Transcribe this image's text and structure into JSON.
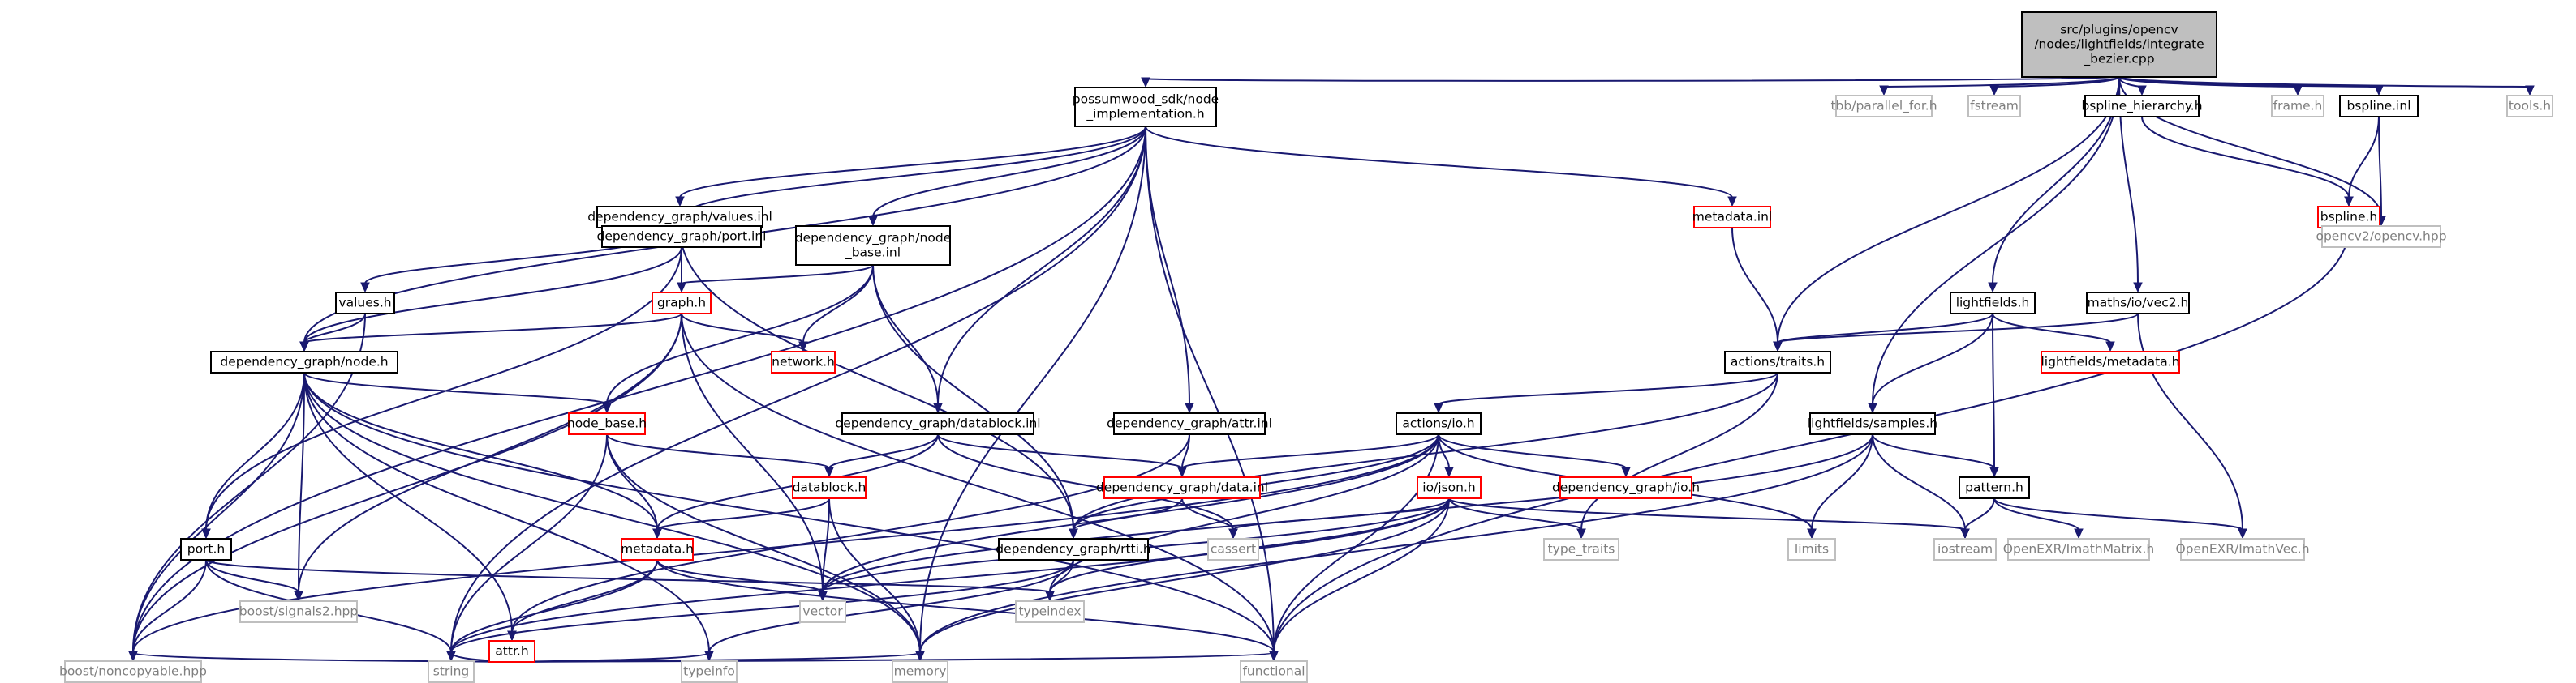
{
  "theme": {
    "edge_color": "#191970",
    "root_fill": "#bfbfbf",
    "root_border": "#000000",
    "normal_border": "#000000",
    "missing_border": "#bfbfbf",
    "linked_border": "#ff0000",
    "text_color": "#000000",
    "missing_text_color": "#7f7f7f",
    "box_fill": "#ffffff"
  },
  "nodes": [
    {
      "id": "root",
      "lines": [
        "src/plugins/opencv",
        "/nodes/lightfields/integrate",
        "_bezier.cpp"
      ],
      "kind": "root"
    },
    {
      "id": "possumwood",
      "lines": [
        "possumwood_sdk/node",
        "_implementation.h"
      ],
      "kind": "normal"
    },
    {
      "id": "tbb",
      "lines": [
        "tbb/parallel_for.h"
      ],
      "kind": "missing"
    },
    {
      "id": "fstream",
      "lines": [
        "fstream"
      ],
      "kind": "missing"
    },
    {
      "id": "bspline_hier",
      "lines": [
        "bspline_hierarchy.h"
      ],
      "kind": "normal"
    },
    {
      "id": "frame",
      "lines": [
        "frame.h"
      ],
      "kind": "missing"
    },
    {
      "id": "bspline_inl",
      "lines": [
        "bspline.inl"
      ],
      "kind": "normal"
    },
    {
      "id": "tools",
      "lines": [
        "tools.h"
      ],
      "kind": "missing"
    },
    {
      "id": "dg_values",
      "lines": [
        "dependency_graph/values.inl"
      ],
      "kind": "normal"
    },
    {
      "id": "metadata_inl",
      "lines": [
        "metadata.inl"
      ],
      "kind": "linked"
    },
    {
      "id": "bspline_h",
      "lines": [
        "bspline.h"
      ],
      "kind": "linked"
    },
    {
      "id": "dg_port_inl",
      "lines": [
        "dependency_graph/port.inl"
      ],
      "kind": "normal"
    },
    {
      "id": "dg_node_base_inl",
      "lines": [
        "dependency_graph/node",
        "_base.inl"
      ],
      "kind": "normal"
    },
    {
      "id": "opencv",
      "lines": [
        "opencv2/opencv.hpp"
      ],
      "kind": "missing"
    },
    {
      "id": "values_h",
      "lines": [
        "values.h"
      ],
      "kind": "normal"
    },
    {
      "id": "graph_h",
      "lines": [
        "graph.h"
      ],
      "kind": "linked"
    },
    {
      "id": "lightfields_h",
      "lines": [
        "lightfields.h"
      ],
      "kind": "normal"
    },
    {
      "id": "maths_vec2",
      "lines": [
        "maths/io/vec2.h"
      ],
      "kind": "normal"
    },
    {
      "id": "dg_node_h",
      "lines": [
        "dependency_graph/node.h"
      ],
      "kind": "normal"
    },
    {
      "id": "network_h",
      "lines": [
        "network.h"
      ],
      "kind": "linked"
    },
    {
      "id": "actions_traits",
      "lines": [
        "actions/traits.h"
      ],
      "kind": "normal"
    },
    {
      "id": "lf_metadata",
      "lines": [
        "lightfields/metadata.h"
      ],
      "kind": "linked"
    },
    {
      "id": "node_base_h",
      "lines": [
        "node_base.h"
      ],
      "kind": "linked"
    },
    {
      "id": "dg_datablock_inl",
      "lines": [
        "dependency_graph/datablock.inl"
      ],
      "kind": "normal"
    },
    {
      "id": "dg_attr_inl",
      "lines": [
        "dependency_graph/attr.inl"
      ],
      "kind": "normal"
    },
    {
      "id": "actions_io",
      "lines": [
        "actions/io.h"
      ],
      "kind": "normal"
    },
    {
      "id": "lf_samples",
      "lines": [
        "lightfields/samples.h"
      ],
      "kind": "normal"
    },
    {
      "id": "datablock_h",
      "lines": [
        "datablock.h"
      ],
      "kind": "linked"
    },
    {
      "id": "dg_data_inl",
      "lines": [
        "dependency_graph/data.inl"
      ],
      "kind": "linked"
    },
    {
      "id": "io_json",
      "lines": [
        "io/json.h"
      ],
      "kind": "linked"
    },
    {
      "id": "dg_io_h",
      "lines": [
        "dependency_graph/io.h"
      ],
      "kind": "linked"
    },
    {
      "id": "pattern_h",
      "lines": [
        "pattern.h"
      ],
      "kind": "normal"
    },
    {
      "id": "port_h",
      "lines": [
        "port.h"
      ],
      "kind": "normal"
    },
    {
      "id": "metadata_h",
      "lines": [
        "metadata.h"
      ],
      "kind": "linked"
    },
    {
      "id": "dg_rtti",
      "lines": [
        "dependency_graph/rtti.h"
      ],
      "kind": "normal"
    },
    {
      "id": "cassert",
      "lines": [
        "cassert"
      ],
      "kind": "missing"
    },
    {
      "id": "type_traits",
      "lines": [
        "type_traits"
      ],
      "kind": "missing"
    },
    {
      "id": "limits",
      "lines": [
        "limits"
      ],
      "kind": "missing"
    },
    {
      "id": "iostream",
      "lines": [
        "iostream"
      ],
      "kind": "missing"
    },
    {
      "id": "imath_matrix",
      "lines": [
        "OpenEXR/ImathMatrix.h"
      ],
      "kind": "missing"
    },
    {
      "id": "imath_vec",
      "lines": [
        "OpenEXR/ImathVec.h"
      ],
      "kind": "missing"
    },
    {
      "id": "boost_signals",
      "lines": [
        "boost/signals2.hpp"
      ],
      "kind": "missing"
    },
    {
      "id": "vector",
      "lines": [
        "vector"
      ],
      "kind": "missing"
    },
    {
      "id": "typeindex",
      "lines": [
        "typeindex"
      ],
      "kind": "missing"
    },
    {
      "id": "attr_h",
      "lines": [
        "attr.h"
      ],
      "kind": "linked"
    },
    {
      "id": "boost_noncopyable",
      "lines": [
        "boost/noncopyable.hpp"
      ],
      "kind": "missing"
    },
    {
      "id": "string",
      "lines": [
        "string"
      ],
      "kind": "missing"
    },
    {
      "id": "typeinfo",
      "lines": [
        "typeinfo"
      ],
      "kind": "missing"
    },
    {
      "id": "memory",
      "lines": [
        "memory"
      ],
      "kind": "missing"
    },
    {
      "id": "functional",
      "lines": [
        "functional"
      ],
      "kind": "missing"
    }
  ],
  "edges": [
    [
      "root",
      "possumwood"
    ],
    [
      "root",
      "tbb"
    ],
    [
      "root",
      "fstream"
    ],
    [
      "root",
      "bspline_hier"
    ],
    [
      "root",
      "frame"
    ],
    [
      "root",
      "bspline_inl"
    ],
    [
      "root",
      "tools"
    ],
    [
      "root",
      "opencv"
    ],
    [
      "root",
      "actions_traits"
    ],
    [
      "root",
      "lightfields_h"
    ],
    [
      "root",
      "maths_vec2"
    ],
    [
      "root",
      "lf_samples"
    ],
    [
      "possumwood",
      "dg_values"
    ],
    [
      "possumwood",
      "metadata_inl"
    ],
    [
      "possumwood",
      "dg_port_inl"
    ],
    [
      "possumwood",
      "dg_node_base_inl"
    ],
    [
      "possumwood",
      "dg_node_h"
    ],
    [
      "possumwood",
      "dg_datablock_inl"
    ],
    [
      "possumwood",
      "dg_attr_inl"
    ],
    [
      "possumwood",
      "boost_noncopyable"
    ],
    [
      "possumwood",
      "string"
    ],
    [
      "possumwood",
      "memory"
    ],
    [
      "possumwood",
      "functional"
    ],
    [
      "bspline_hier",
      "bspline_h"
    ],
    [
      "bspline_inl",
      "bspline_h"
    ],
    [
      "bspline_inl",
      "opencv"
    ],
    [
      "bspline_h",
      "opencv"
    ],
    [
      "bspline_h",
      "functional"
    ],
    [
      "dg_values",
      "values_h"
    ],
    [
      "dg_values",
      "dg_port_inl"
    ],
    [
      "dg_values",
      "dg_rtti"
    ],
    [
      "metadata_inl",
      "actions_traits"
    ],
    [
      "dg_port_inl",
      "graph_h"
    ],
    [
      "dg_port_inl",
      "port_h"
    ],
    [
      "dg_port_inl",
      "dg_node_h"
    ],
    [
      "dg_node_base_inl",
      "graph_h"
    ],
    [
      "dg_node_base_inl",
      "network_h"
    ],
    [
      "dg_node_base_inl",
      "node_base_h"
    ],
    [
      "dg_node_base_inl",
      "dg_datablock_inl"
    ],
    [
      "dg_node_base_inl",
      "dg_rtti"
    ],
    [
      "values_h",
      "dg_node_h"
    ],
    [
      "values_h",
      "boost_noncopyable"
    ],
    [
      "graph_h",
      "dg_node_h"
    ],
    [
      "graph_h",
      "network_h"
    ],
    [
      "graph_h",
      "boost_signals"
    ],
    [
      "graph_h",
      "boost_noncopyable"
    ],
    [
      "graph_h",
      "vector"
    ],
    [
      "graph_h",
      "functional"
    ],
    [
      "lightfields_h",
      "actions_traits"
    ],
    [
      "lightfields_h",
      "lf_metadata"
    ],
    [
      "lightfields_h",
      "lf_samples"
    ],
    [
      "lightfields_h",
      "pattern_h"
    ],
    [
      "maths_vec2",
      "actions_traits"
    ],
    [
      "maths_vec2",
      "imath_vec"
    ],
    [
      "dg_node_h",
      "node_base_h"
    ],
    [
      "dg_node_h",
      "port_h"
    ],
    [
      "dg_node_h",
      "metadata_h"
    ],
    [
      "dg_node_h",
      "boost_signals"
    ],
    [
      "dg_node_h",
      "attr_h"
    ],
    [
      "dg_node_h",
      "boost_noncopyable"
    ],
    [
      "dg_node_h",
      "memory"
    ],
    [
      "dg_node_h",
      "functional"
    ],
    [
      "dg_node_h",
      "typeinfo"
    ],
    [
      "actions_traits",
      "actions_io"
    ],
    [
      "actions_traits",
      "type_traits"
    ],
    [
      "actions_traits",
      "dg_rtti"
    ],
    [
      "node_base_h",
      "datablock_h"
    ],
    [
      "node_base_h",
      "metadata_h"
    ],
    [
      "node_base_h",
      "string"
    ],
    [
      "node_base_h",
      "memory"
    ],
    [
      "dg_datablock_inl",
      "datablock_h"
    ],
    [
      "dg_datablock_inl",
      "dg_data_inl"
    ],
    [
      "dg_datablock_inl",
      "metadata_h"
    ],
    [
      "dg_datablock_inl",
      "cassert"
    ],
    [
      "dg_attr_inl",
      "dg_data_inl"
    ],
    [
      "dg_attr_inl",
      "attr_h"
    ],
    [
      "actions_io",
      "io_json"
    ],
    [
      "actions_io",
      "dg_io_h"
    ],
    [
      "actions_io",
      "dg_data_inl"
    ],
    [
      "actions_io",
      "dg_rtti"
    ],
    [
      "actions_io",
      "vector"
    ],
    [
      "actions_io",
      "typeindex"
    ],
    [
      "actions_io",
      "boost_noncopyable"
    ],
    [
      "actions_io",
      "limits"
    ],
    [
      "actions_io",
      "functional"
    ],
    [
      "lf_samples",
      "pattern_h"
    ],
    [
      "lf_samples",
      "vector"
    ],
    [
      "lf_samples",
      "limits"
    ],
    [
      "lf_samples",
      "iostream"
    ],
    [
      "lf_samples",
      "memory"
    ],
    [
      "datablock_h",
      "metadata_h"
    ],
    [
      "datablock_h",
      "vector"
    ],
    [
      "datablock_h",
      "memory"
    ],
    [
      "dg_data_inl",
      "dg_rtti"
    ],
    [
      "dg_data_inl",
      "cassert"
    ],
    [
      "io_json",
      "cassert"
    ],
    [
      "io_json",
      "type_traits"
    ],
    [
      "io_json",
      "vector"
    ],
    [
      "io_json",
      "typeindex"
    ],
    [
      "io_json",
      "string"
    ],
    [
      "io_json",
      "memory"
    ],
    [
      "io_json",
      "functional"
    ],
    [
      "io_json",
      "iostream"
    ],
    [
      "pattern_h",
      "iostream"
    ],
    [
      "pattern_h",
      "imath_matrix"
    ],
    [
      "pattern_h",
      "imath_vec"
    ],
    [
      "port_h",
      "boost_signals"
    ],
    [
      "port_h",
      "typeindex"
    ],
    [
      "port_h",
      "boost_noncopyable"
    ],
    [
      "port_h",
      "string"
    ],
    [
      "metadata_h",
      "attr_h"
    ],
    [
      "metadata_h",
      "vector"
    ],
    [
      "metadata_h",
      "string"
    ],
    [
      "metadata_h",
      "functional"
    ],
    [
      "dg_rtti",
      "typeindex"
    ],
    [
      "dg_rtti",
      "string"
    ],
    [
      "dg_rtti",
      "typeinfo"
    ],
    [
      "attr_h",
      "boost_noncopyable"
    ],
    [
      "attr_h",
      "string"
    ],
    [
      "attr_h",
      "typeinfo"
    ],
    [
      "attr_h",
      "memory"
    ],
    [
      "attr_h",
      "functional"
    ]
  ]
}
